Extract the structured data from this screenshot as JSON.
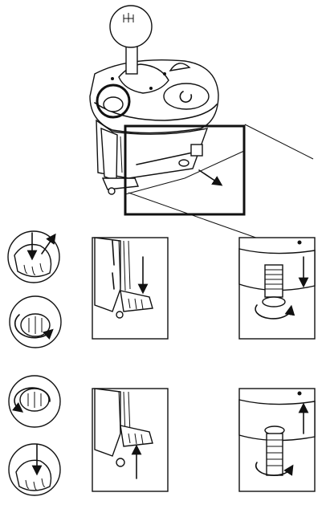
{
  "figure": {
    "top_view": {
      "knob": "shifter-knob",
      "zoom_circle": "clamp-knob-callout"
    },
    "left_column_steps": [
      {
        "id": "step-a",
        "motion": "press-down"
      },
      {
        "id": "step-b",
        "motion": "rotate-clockwise"
      },
      {
        "id": "step-c",
        "motion": "rotate-counterclockwise"
      },
      {
        "id": "step-d",
        "motion": "pull-up"
      }
    ],
    "panels": [
      {
        "id": "clamp-press-panel",
        "arrow": "down"
      },
      {
        "id": "bolt-tighten-panel",
        "arrow": "down"
      },
      {
        "id": "clamp-release-panel",
        "arrow": "up"
      },
      {
        "id": "bolt-loosen-panel",
        "arrow": "up"
      }
    ],
    "colors": {
      "line": "#111111",
      "background": "#ffffff"
    }
  }
}
